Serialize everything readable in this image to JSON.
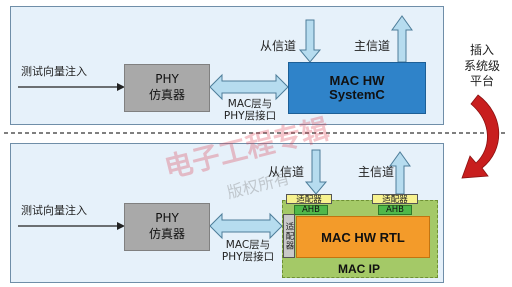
{
  "top": {
    "input_label": "测试向量注入",
    "phy_line1": "PHY",
    "phy_line2": "仿真器",
    "iface_line1": "MAC层与",
    "iface_line2": "PHY层接口",
    "slave_channel": "从信道",
    "master_channel": "主信道",
    "mac_line1": "MAC HW",
    "mac_line2": "SystemC"
  },
  "side": {
    "line1": "插入",
    "line2": "系统级",
    "line3": "平台"
  },
  "bottom": {
    "input_label": "测试向量注入",
    "phy_line1": "PHY",
    "phy_line2": "仿真器",
    "iface_line1": "MAC层与",
    "iface_line2": "PHY层接口",
    "slave_channel": "从信道",
    "master_channel": "主信道",
    "adapter_top_left": "适配器",
    "adapter_top_right": "适配器",
    "ahb_left": "AHB",
    "ahb_right": "AHB",
    "adapter_side": "适配器",
    "mac_rtl": "MAC HW RTL",
    "mac_ip": "MAC IP"
  },
  "watermark": {
    "line1": "电子工程专辑",
    "line2": "版权所有"
  },
  "colors": {
    "panel_bg": "#e6f1fa",
    "phy_box": "#a9a9a9",
    "mac_systemc": "#2f83c9",
    "mac_rtl": "#f39b2a",
    "mac_ip_frame": "#a4c967",
    "ahb": "#4fb84a",
    "adapter": "#f7f28e",
    "curved_arrow": "#c81e1e",
    "arrow_fill": "#b6dcef"
  }
}
